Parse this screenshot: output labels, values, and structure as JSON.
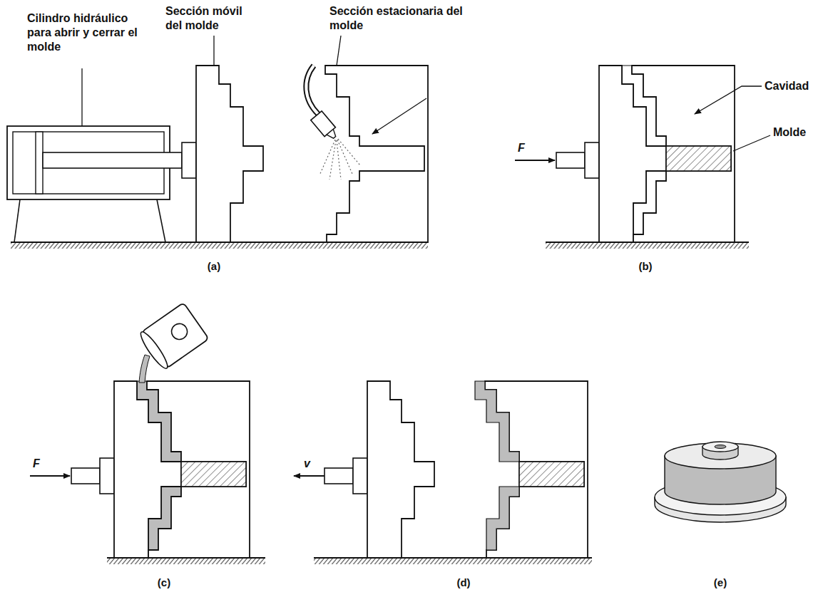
{
  "diagram": {
    "labels": [
      "Cilindro hidráulico para abrir y cerrar el molde",
      "Sección móvil del molde",
      "Sección estacionaria del molde",
      "(a)",
      "Cavidad",
      "Molde",
      "F",
      "(b)",
      "F",
      "(c)",
      "v",
      "(d)",
      "(e)"
    ]
  }
}
